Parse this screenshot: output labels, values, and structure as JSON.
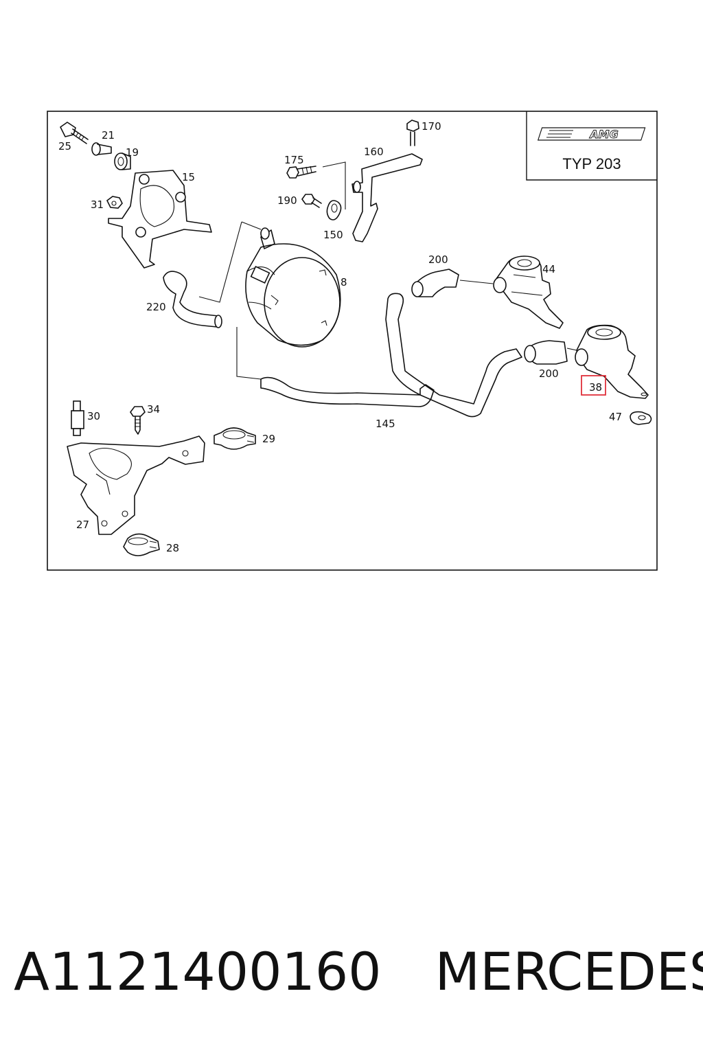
{
  "brand_logo": "AMG",
  "type_label": "TYP 203",
  "highlight_color": "#e0303a",
  "highlighted_callout": "38",
  "callouts": {
    "c25": "25",
    "c21": "21",
    "c19": "19",
    "c15": "15",
    "c31": "31",
    "c170": "170",
    "c175": "175",
    "c160": "160",
    "c190": "190",
    "c150": "150",
    "c8": "8",
    "c220": "220",
    "c200a": "200",
    "c44": "44",
    "c200b": "200",
    "c38": "38",
    "c47": "47",
    "c145": "145",
    "c30": "30",
    "c34": "34",
    "c29": "29",
    "c27": "27",
    "c28": "28"
  },
  "caption": {
    "part_number": "A1121400160",
    "manufacturer": "MERCEDES"
  }
}
